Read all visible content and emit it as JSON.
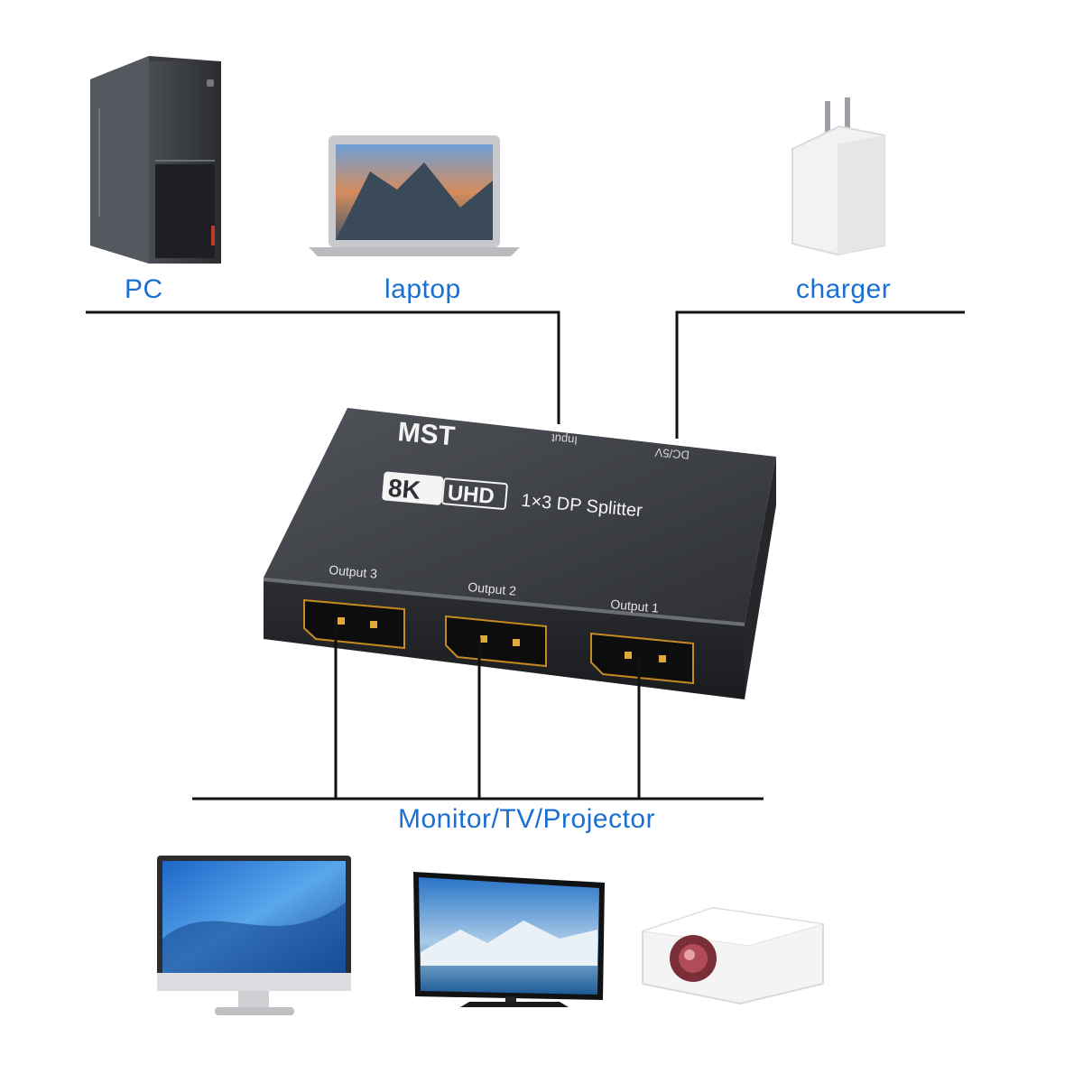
{
  "labels": {
    "pc": "PC",
    "laptop": "laptop",
    "charger": "charger",
    "displays": "Monitor/TV/Projector"
  },
  "device": {
    "brand": "MST",
    "badge_left": "8K",
    "badge_right": "UHD",
    "model": "1×3 DP Splitter",
    "input_port": "Input",
    "power_port": "DC/5V",
    "outputs": [
      "Output 3",
      "Output 2",
      "Output 1"
    ]
  },
  "colors": {
    "label_blue": "#1a6fd1",
    "line": "#111111",
    "device_body": "#3b3d42",
    "port_gold": "#d79a2a"
  },
  "icons": [
    "pc-tower-icon",
    "laptop-icon",
    "charger-icon",
    "monitor-icon",
    "tv-icon",
    "projector-icon"
  ]
}
